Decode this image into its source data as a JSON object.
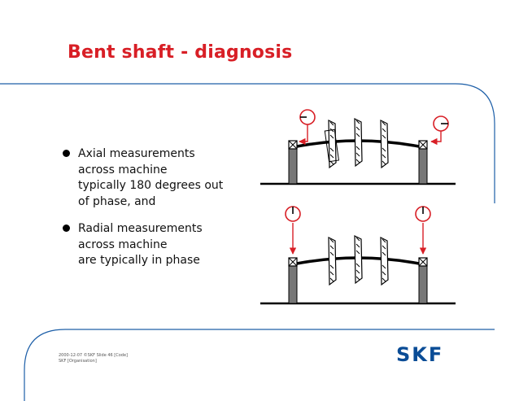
{
  "slide": {
    "title": "Bent shaft - diagnosis",
    "bullets": [
      {
        "lines": [
          "Axial measurements",
          "across machine",
          "typically 180 degrees out",
          "of phase, and"
        ]
      },
      {
        "lines": [
          "Radial measurements",
          "across machine",
          "are typically in phase"
        ]
      }
    ]
  },
  "footer": {
    "line1": "2000-12-07  ©SKF  Slide 46  [Code]",
    "line2": "SKF [Organisation]"
  },
  "brand": {
    "logo_text": "SKF",
    "primary_color": "#0a4c96",
    "accent_color": "#d81f26"
  }
}
